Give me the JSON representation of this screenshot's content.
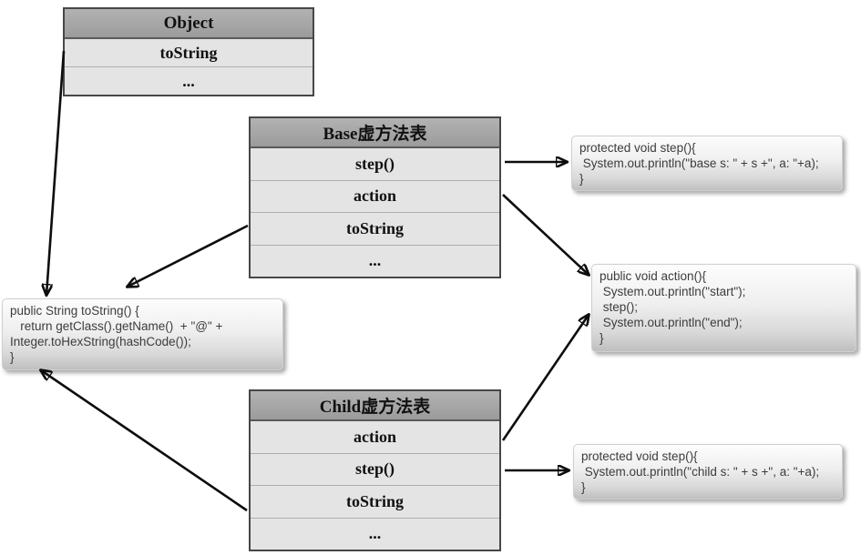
{
  "diagram": {
    "tables": {
      "object": {
        "title": "Object",
        "rows": [
          "toString",
          "..."
        ]
      },
      "base": {
        "title": "Base虚方法表",
        "rows": [
          "step()",
          "action",
          "toString",
          "..."
        ]
      },
      "child": {
        "title": "Child虚方法表",
        "rows": [
          "action",
          "step()",
          "toString",
          "..."
        ]
      }
    },
    "code_boxes": {
      "tostring": {
        "lines": [
          "public String toString() {",
          "   return getClass().getName()  + \"@\" +",
          "Integer.toHexString(hashCode());",
          "}"
        ]
      },
      "base_step": {
        "lines": [
          "protected void step(){",
          " System.out.println(\"base s: \" + s +\", a: \"+a);",
          "}"
        ]
      },
      "action": {
        "lines": [
          "public void action(){",
          " System.out.println(\"start\");",
          " step();",
          " System.out.println(\"end\");",
          "}"
        ]
      },
      "child_step": {
        "lines": [
          "protected void step(){",
          " System.out.println(\"child s: \" + s +\", a: \"+a);",
          "}"
        ]
      }
    },
    "colors": {
      "header_bg": "#a6a6a6",
      "row_bg": "#e4e4e4",
      "table_border": "#474747",
      "code_text": "#3c3c3c",
      "arrow": "#0d0d0d"
    }
  }
}
